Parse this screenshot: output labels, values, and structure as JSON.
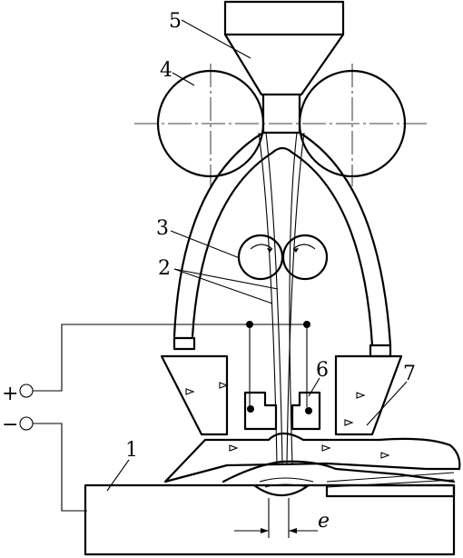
{
  "labels": {
    "feeder": "1",
    "wire": "2",
    "feed_rollers": "3",
    "drive_wheels": "4",
    "hopper": "5",
    "contact": "6",
    "flux_nozzle": "7",
    "offset": "e"
  },
  "polarity": {
    "positive": "+",
    "negative": "−"
  }
}
